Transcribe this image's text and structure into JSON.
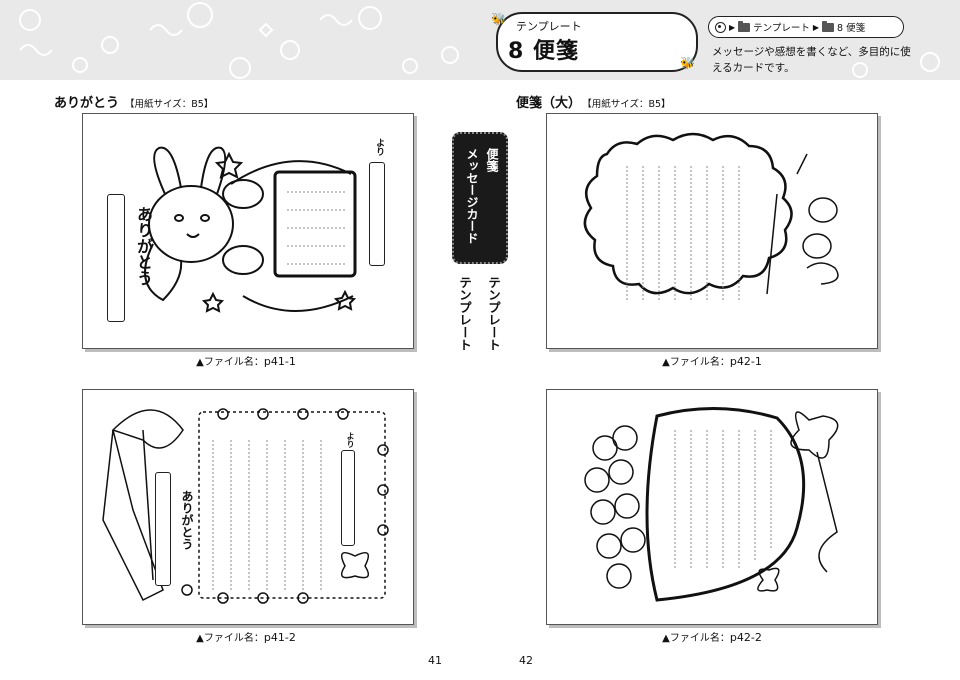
{
  "header": {
    "small_title": "テンプレート",
    "main_title": "8 便箋",
    "breadcrumb": {
      "folder1": "テンプレート",
      "folder2": "8 便箋"
    },
    "description": "メッセージや感想を書くなど、多目的に使えるカードです。"
  },
  "sections": {
    "left": {
      "title": "ありがとう",
      "size": "【用紙サイズ：B5】"
    },
    "right": {
      "title": "便箋（大）",
      "size": "【用紙サイズ：B5】"
    }
  },
  "cards": {
    "p41_1": {
      "arigatou": "ありがとう",
      "yori": "より",
      "caption_prefix": "▲ファイル名：",
      "file": "p41-1"
    },
    "p41_2": {
      "arigatou": "ありがとう",
      "yori": "より",
      "caption_prefix": "▲ファイル名：",
      "file": "p41-2"
    },
    "p42_1": {
      "caption_prefix": "▲ファイル名：",
      "file": "p42-1"
    },
    "p42_2": {
      "caption_prefix": "▲ファイル名：",
      "file": "p42-2"
    }
  },
  "center": {
    "badge_line1": "便箋",
    "badge_line2": "メッセージカード",
    "tmpl_a": "テンプレート",
    "tmpl_b": "テンプレート"
  },
  "pages": {
    "left": "41",
    "right": "42"
  }
}
